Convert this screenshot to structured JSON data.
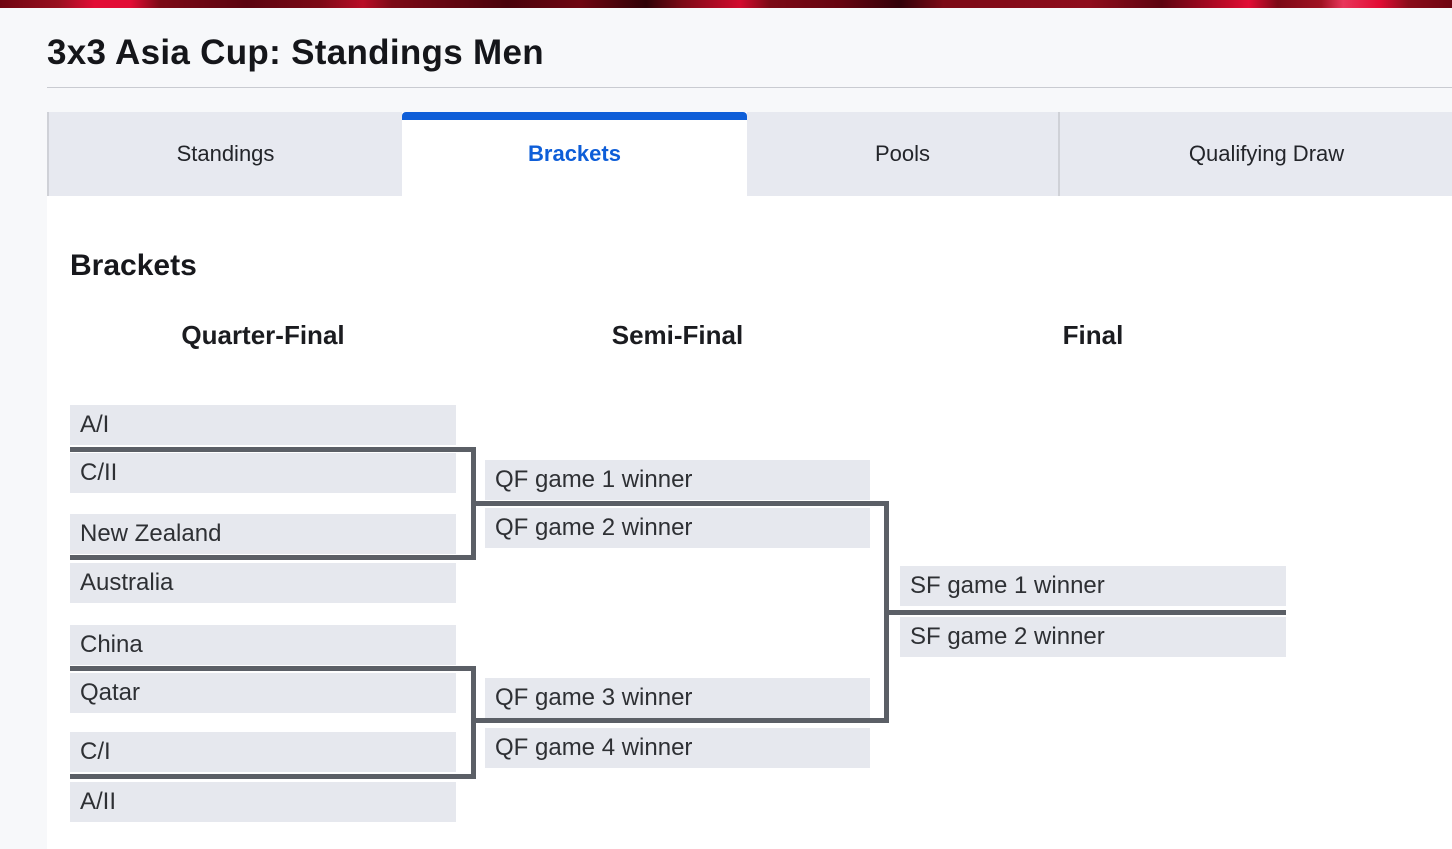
{
  "page": {
    "title": "3x3 Asia Cup: Standings Men"
  },
  "tabs": {
    "standings": "Standings",
    "brackets": "Brackets",
    "pools": "Pools",
    "qualifying_draw": "Qualifying Draw",
    "active_tab": "Brackets"
  },
  "bracket": {
    "heading": "Brackets",
    "round_headers": {
      "quarter_final": "Quarter-Final",
      "semi_final": "Semi-Final",
      "final": "Final"
    },
    "quarter_final_slots": [
      "A/I",
      "C/II",
      "New Zealand",
      "Australia",
      "China",
      "Qatar",
      "C/I",
      "A/II"
    ],
    "semi_final_slots": [
      "QF game 1 winner",
      "QF game 2 winner",
      "QF game 3 winner",
      "QF game 4 winner"
    ],
    "final_slots": [
      "SF game 1 winner",
      "SF game 2 winner"
    ]
  },
  "colors": {
    "accent_blue": "#0e5ed8",
    "tab_bg": "#e7e9f0",
    "slot_bg": "#e6e8ee",
    "connector": "#5b5f66",
    "banner_dark_red": "#7c0a16",
    "banner_bright_red": "#e20c35"
  }
}
